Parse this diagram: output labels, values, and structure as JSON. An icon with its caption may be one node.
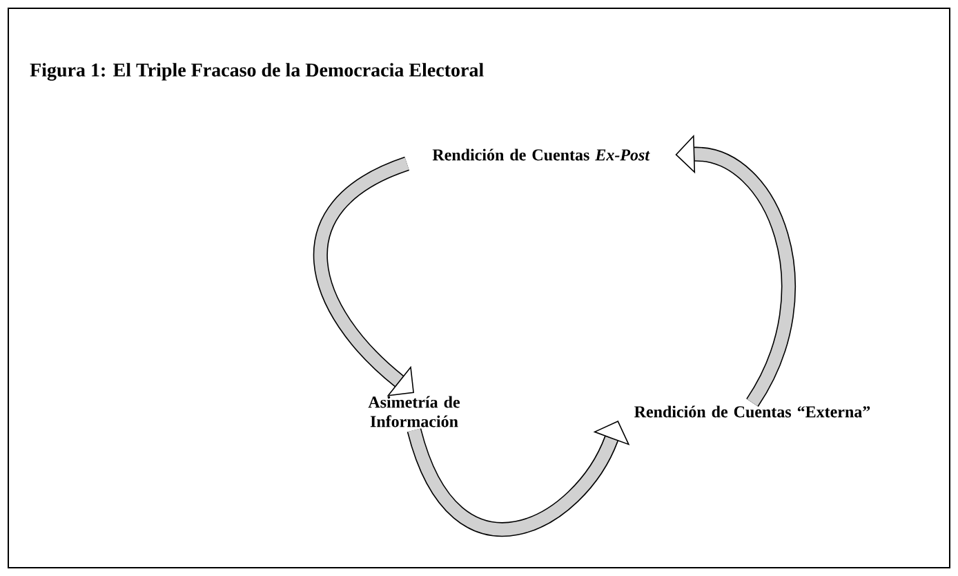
{
  "diagram": {
    "title": "Figura 1: El Triple Fracaso de la Democracia Electoral",
    "nodes": [
      {
        "text": [
          "Rendición de Cuentas *Ex-Post*"
        ]
      },
      {
        "text": [
          "Asimetría de Información"
        ]
      },
      {
        "text": [
          "Rendición de Cuentas “Externa”"
        ]
      }
    ],
    "edges": [
      {
        "from": 0,
        "to": 1,
        "arrow": "to"
      },
      {
        "from": 1,
        "to": 2,
        "arrow": "to"
      },
      {
        "from": 2,
        "to": 0,
        "arrow": "to"
      }
    ]
  }
}
